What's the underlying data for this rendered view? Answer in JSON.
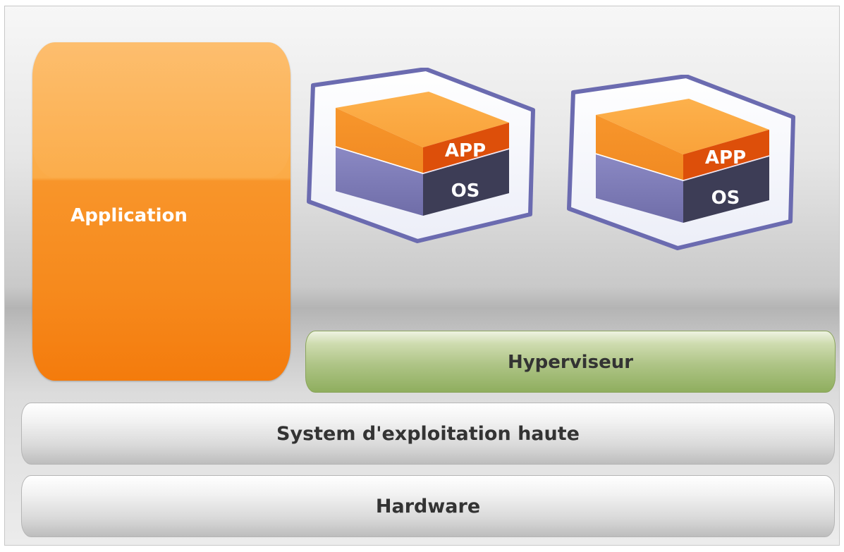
{
  "diagram": {
    "application_label": "Application",
    "hypervisor_label": "Hyperviseur",
    "host_os_label": "System d'exploitation haute",
    "hardware_label": "Hardware",
    "virtual_machines": [
      {
        "app_label": "APP",
        "os_label": "OS"
      },
      {
        "app_label": "APP",
        "os_label": "OS"
      }
    ]
  },
  "colors": {
    "application": "#f78a1b",
    "app_layer": "#dd4f0a",
    "os_layer": "#3d3d56",
    "vm_frame": "#6b6bb0",
    "hypervisor": "#9cb66f",
    "bars": "#d9d9d9"
  }
}
